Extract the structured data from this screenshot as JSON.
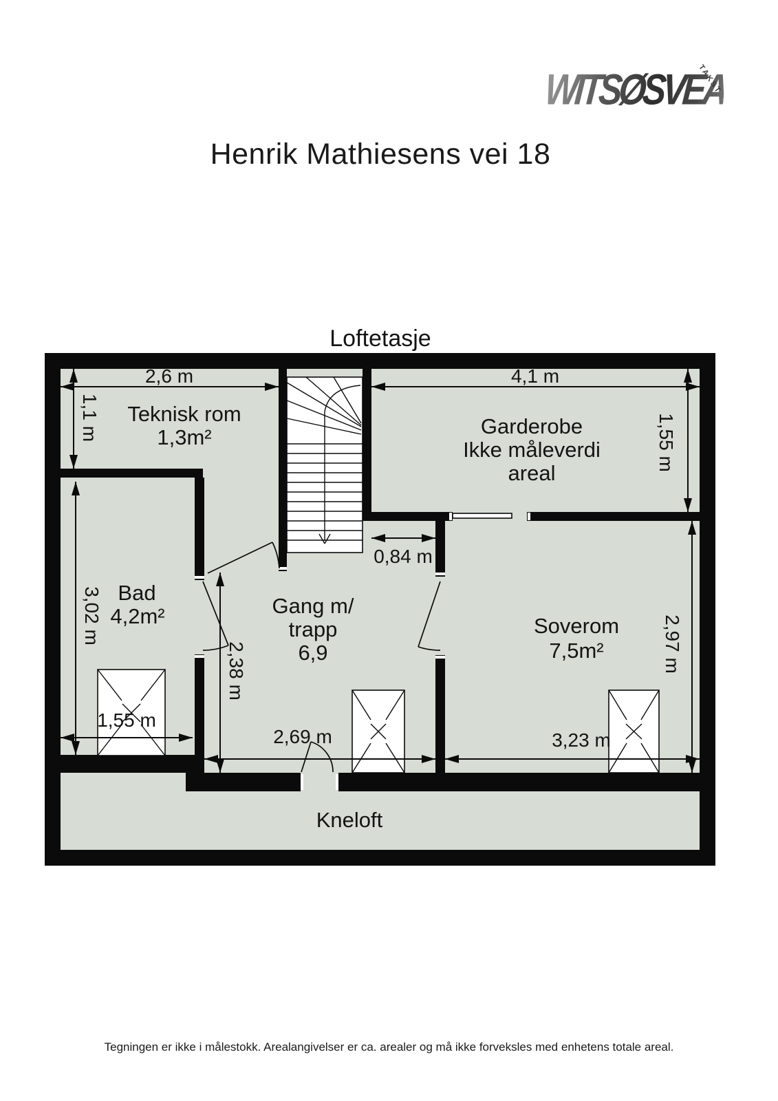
{
  "header": {
    "logo_brand": "WITSØSVEA",
    "logo_tagline": "TAKST",
    "address": "Henrik Mathiesens vei 18"
  },
  "plan": {
    "floor_title": "Loftetasje",
    "rooms": {
      "teknisk_rom": {
        "name": "Teknisk rom",
        "area": "1,3m²"
      },
      "garderobe": {
        "name": "Garderobe",
        "note1": "Ikke måleverdi",
        "note2": "areal"
      },
      "bad": {
        "name": "Bad",
        "area": "4,2m²"
      },
      "gang": {
        "line1": "Gang m/",
        "line2": "trapp",
        "area": "6,9"
      },
      "soverom": {
        "name": "Soverom",
        "area": "7,5m²"
      },
      "kneloft": {
        "name": "Kneloft"
      }
    },
    "dimensions": {
      "teknisk_width": "2,6 m",
      "teknisk_depth": "1,1 m",
      "garderobe_width": "4,1 m",
      "garderobe_depth": "1,55 m",
      "bad_height": "3,02 m",
      "bad_width": "1,55 m",
      "gang_height": "2,38 m",
      "gang_width": "2,69 m",
      "stair_offset": "0,84 m",
      "soverom_height": "2,97 m",
      "soverom_width": "3,23 m"
    },
    "colors": {
      "floor": "#d7dcd4",
      "wall": "#0b0b0b"
    }
  },
  "footer": {
    "disclaimer": "Tegningen er ikke i målestokk. Arealangivelser er ca. arealer og må ikke forveksles med enhetens totale areal."
  }
}
